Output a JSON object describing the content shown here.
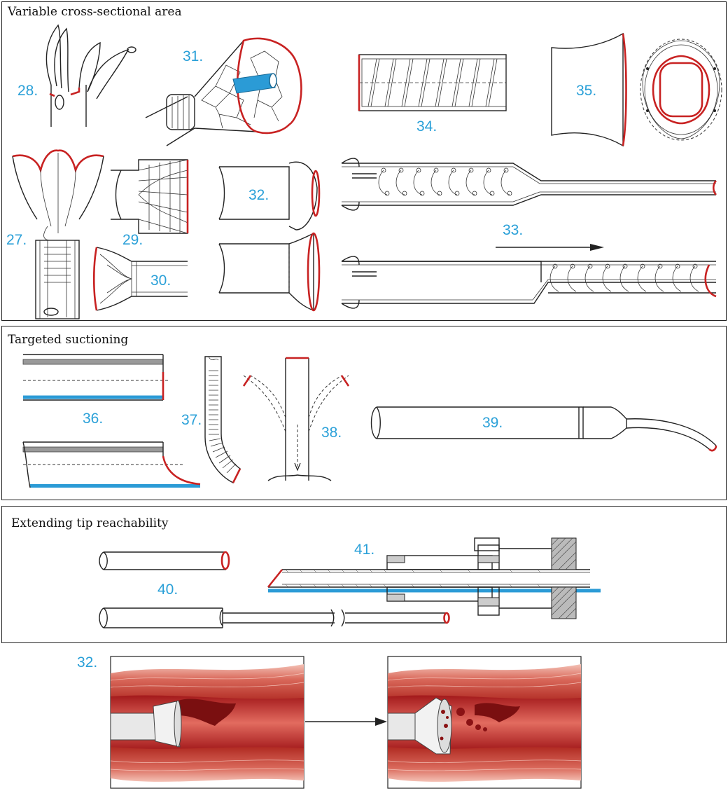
{
  "panels": {
    "variable": {
      "title": "Variable cross-sectional area"
    },
    "targeted": {
      "title": "Targeted suctioning"
    },
    "extending": {
      "title": "Extending tip reachability"
    }
  },
  "figures": {
    "f27": "27.",
    "f28": "28.",
    "f29": "29.",
    "f30": "30.",
    "f31": "31.",
    "f32": "32.",
    "f33": "33.",
    "f34": "34.",
    "f35": "35.",
    "f36": "36.",
    "f37": "37.",
    "f38": "38.",
    "f39": "39.",
    "f40": "40.",
    "f41": "41.",
    "f32b": "32."
  },
  "colors": {
    "outline": "#222222",
    "highlight_red": "#c82222",
    "highlight_blue": "#2b9bd6",
    "label_blue": "#2aa0d8",
    "vessel_dark": "#a81c1c",
    "vessel_light": "#e88a7e",
    "clot": "#7a0f10"
  },
  "icons": {
    "flow_arrow": "arrow-right-icon"
  }
}
